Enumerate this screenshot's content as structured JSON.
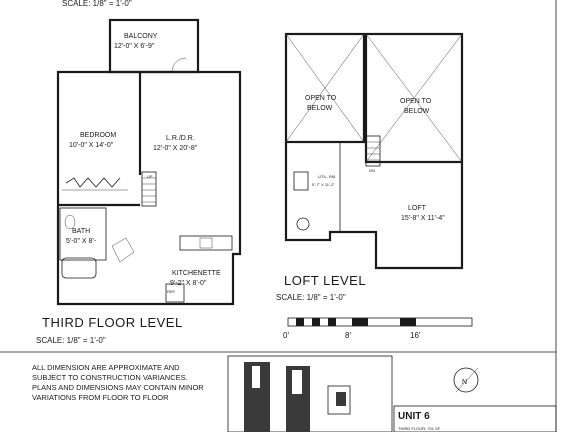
{
  "header": {
    "scale_top": "SCALE: 1/8\" = 1'-0\""
  },
  "third_floor": {
    "balcony": {
      "name": "BALCONY",
      "dims": "12'-0\" X 6'-9\""
    },
    "bedroom": {
      "name": "BEDROOM",
      "dims": "10'-0\" X 14'-0\""
    },
    "living": {
      "name": "L.R./D.R.",
      "dims": "12'-0\" X 20'-8\""
    },
    "bath": {
      "name": "BATH",
      "dims": "5'-0\" X 8'-"
    },
    "kitchenette": {
      "name": "KITCHENETTE",
      "dims": "9'-2\" X 8'-0\""
    },
    "up": "UP",
    "title": "THIRD FLOOR LEVEL",
    "scale": "SCALE: 1/8\" = 1'-0\""
  },
  "loft_level": {
    "open_left": {
      "line1": "OPEN TO",
      "line2": "BELOW"
    },
    "open_right": {
      "line1": "OPEN TO",
      "line2": "BELOW"
    },
    "utility": {
      "name": "UTIL. RM.",
      "dims": "5'-7\" X 11'-2\""
    },
    "loft": {
      "name": "LOFT",
      "dims": "15'-8\" X 11'-4\""
    },
    "dn": "DN",
    "title": "LOFT LEVEL",
    "scale": "SCALE: 1/8\" = 1'-0\""
  },
  "scale_bar": {
    "labels": [
      "0'",
      "8'",
      "16'"
    ]
  },
  "disclaimer": {
    "lines": [
      "ALL DIMENSION ARE APPROXIMATE AND",
      "SUBJECT TO CONSTRUCTION VARIANCES.",
      "PLANS AND DIMENSIONS MAY CONTAIN MINOR",
      "VARIATIONS FROM FLOOR TO FLOOR"
    ]
  },
  "compass": {
    "label": "N"
  },
  "unit_box": {
    "name": "UNIT 6",
    "sub": "THIRD FLOOR: 701 SF"
  }
}
